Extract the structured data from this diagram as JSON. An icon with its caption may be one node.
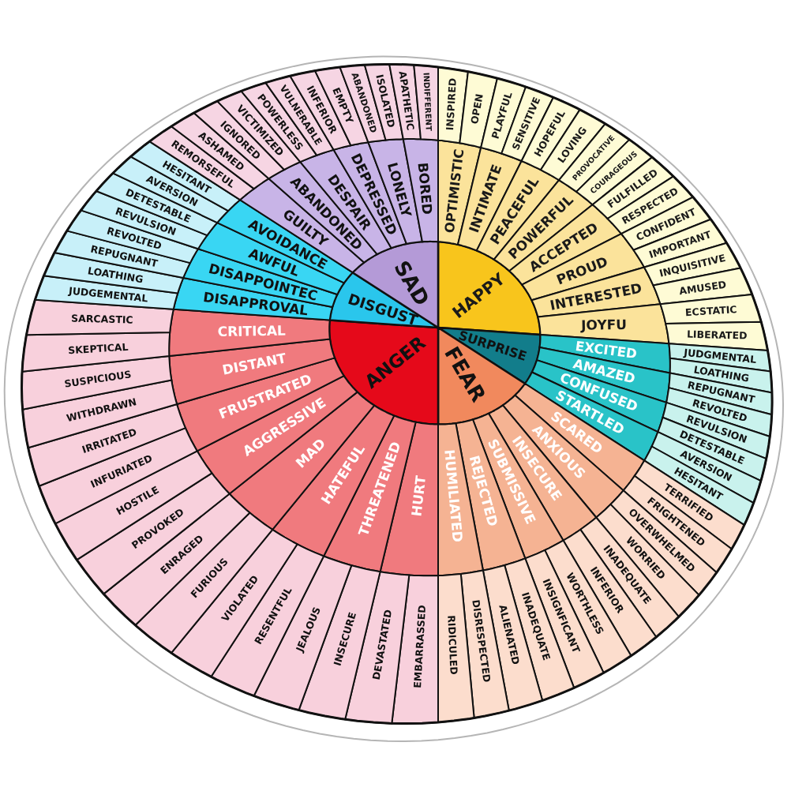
{
  "diagram": {
    "nodes": [
      {
        "text": [
          "HAPPY"
        ]
      },
      {
        "text": [
          "SURPRISE"
        ]
      },
      {
        "text": [
          "FEAR"
        ]
      },
      {
        "text": [
          "ANGER"
        ]
      },
      {
        "text": [
          "DISGUST"
        ]
      },
      {
        "text": [
          "SAD"
        ]
      },
      {
        "text": [
          "OPTIMISTIC"
        ]
      },
      {
        "text": [
          "INTIMATE"
        ]
      },
      {
        "text": [
          "PEACEFUL"
        ]
      },
      {
        "text": [
          "POWERFUL"
        ]
      },
      {
        "text": [
          "ACCEPTED"
        ]
      },
      {
        "text": [
          "PROUD"
        ]
      },
      {
        "text": [
          "INTERESTED"
        ]
      },
      {
        "text": [
          "JOYFU"
        ]
      },
      {
        "text": [
          "EXCITED"
        ]
      },
      {
        "text": [
          "AMAZED"
        ]
      },
      {
        "text": [
          "CONFUSED"
        ]
      },
      {
        "text": [
          "STARTLED"
        ]
      },
      {
        "text": [
          "SCARED"
        ]
      },
      {
        "text": [
          "ANXIOUS"
        ]
      },
      {
        "text": [
          "INSECURE"
        ]
      },
      {
        "text": [
          "SUBMISSIVE"
        ]
      },
      {
        "text": [
          "REJECTED"
        ]
      },
      {
        "text": [
          "HUMILIATED"
        ]
      },
      {
        "text": [
          "HURT"
        ]
      },
      {
        "text": [
          "THREATENED"
        ]
      },
      {
        "text": [
          "HATEFUL"
        ]
      },
      {
        "text": [
          "MAD"
        ]
      },
      {
        "text": [
          "AGGRESSIVE"
        ]
      },
      {
        "text": [
          "FRUSTRATED"
        ]
      },
      {
        "text": [
          "DISTANT"
        ]
      },
      {
        "text": [
          "CRITICAL"
        ]
      },
      {
        "text": [
          "DISAPPROVAL"
        ]
      },
      {
        "text": [
          "DISAPPOINTEC"
        ]
      },
      {
        "text": [
          "AWFUL"
        ]
      },
      {
        "text": [
          "AVOIDANCE"
        ]
      },
      {
        "text": [
          "GUILTY"
        ]
      },
      {
        "text": [
          "ABANDONED"
        ]
      },
      {
        "text": [
          "DESPAIR"
        ]
      },
      {
        "text": [
          "DEPRESSED"
        ]
      },
      {
        "text": [
          "LONELY"
        ]
      },
      {
        "text": [
          "BORED"
        ]
      },
      {
        "text": [
          "INSPIRED"
        ]
      },
      {
        "text": [
          "OPEN"
        ]
      },
      {
        "text": [
          "PLAYFUL"
        ]
      },
      {
        "text": [
          "SENSITIVE"
        ]
      },
      {
        "text": [
          "HOPEFUL"
        ]
      },
      {
        "text": [
          "LOVING"
        ]
      },
      {
        "text": [
          "PROVOCATIVE"
        ]
      },
      {
        "text": [
          "COURAGEOUS"
        ]
      },
      {
        "text": [
          "FULFILLED"
        ]
      },
      {
        "text": [
          "RESPECTED"
        ]
      },
      {
        "text": [
          "CONFIDENT"
        ]
      },
      {
        "text": [
          "IMPORTANT"
        ]
      },
      {
        "text": [
          "INQUISITIVE"
        ]
      },
      {
        "text": [
          "AMUSED"
        ]
      },
      {
        "text": [
          "ECSTATIC"
        ]
      },
      {
        "text": [
          "LIBERATED"
        ]
      },
      {
        "text": [
          "JUDGMENTAL"
        ]
      },
      {
        "text": [
          "LOATHING"
        ]
      },
      {
        "text": [
          "REPUGNANT"
        ]
      },
      {
        "text": [
          "REVOLTED"
        ]
      },
      {
        "text": [
          "REVULSION"
        ]
      },
      {
        "text": [
          "DETESTABLE"
        ]
      },
      {
        "text": [
          "AVERSION"
        ]
      },
      {
        "text": [
          "HESITANT"
        ]
      },
      {
        "text": [
          "TERRIFIED"
        ]
      },
      {
        "text": [
          "FRIGHTENED"
        ]
      },
      {
        "text": [
          "OVERWHELMED"
        ]
      },
      {
        "text": [
          "WORRIED"
        ]
      },
      {
        "text": [
          "INADEQUATE"
        ]
      },
      {
        "text": [
          "INFERIOR"
        ]
      },
      {
        "text": [
          "WORTHLESS"
        ]
      },
      {
        "text": [
          "INSIGNFICANT"
        ]
      },
      {
        "text": [
          "INADEQUATE"
        ]
      },
      {
        "text": [
          "ALIENATED"
        ]
      },
      {
        "text": [
          "DISRESPECTED"
        ]
      },
      {
        "text": [
          "RIDICULED"
        ]
      },
      {
        "text": [
          "EMBARRASSED"
        ]
      },
      {
        "text": [
          "DEVASTATED"
        ]
      },
      {
        "text": [
          "INSECURE"
        ]
      },
      {
        "text": [
          "JEALOUS"
        ]
      },
      {
        "text": [
          "RESENTFUL"
        ]
      },
      {
        "text": [
          "VIOLATED"
        ]
      },
      {
        "text": [
          "FURIOUS"
        ]
      },
      {
        "text": [
          "ENRAGED"
        ]
      },
      {
        "text": [
          "PROVOKED"
        ]
      },
      {
        "text": [
          "HOSTILE"
        ]
      },
      {
        "text": [
          "INFURIATED"
        ]
      },
      {
        "text": [
          "IRRITATED"
        ]
      },
      {
        "text": [
          "WITHDRAWN"
        ]
      },
      {
        "text": [
          "SUSPICIOUS"
        ]
      },
      {
        "text": [
          "SKEPTICAL"
        ]
      },
      {
        "text": [
          "SARCASTIC"
        ]
      },
      {
        "text": [
          "JUDGEMENTAL"
        ]
      },
      {
        "text": [
          "LOATHING"
        ]
      },
      {
        "text": [
          "REPUGNANT"
        ]
      },
      {
        "text": [
          "REVOLTED"
        ]
      },
      {
        "text": [
          "REVULSION"
        ]
      },
      {
        "text": [
          "DETESTABLE"
        ]
      },
      {
        "text": [
          "AVERSION"
        ]
      },
      {
        "text": [
          "HESITANT"
        ]
      },
      {
        "text": [
          "REMORSEFUL"
        ]
      },
      {
        "text": [
          "ASHAMED"
        ]
      },
      {
        "text": [
          "IGNORED"
        ]
      },
      {
        "text": [
          "VICTIMIZED"
        ]
      },
      {
        "text": [
          "POWERLESS"
        ]
      },
      {
        "text": [
          "VULNERABLE"
        ]
      },
      {
        "text": [
          "INFERIOR"
        ]
      },
      {
        "text": [
          "EMPTY"
        ]
      },
      {
        "text": [
          "ABANDONED"
        ]
      },
      {
        "text": [
          "ISOLATED"
        ]
      },
      {
        "text": [
          "APATHETIC"
        ]
      },
      {
        "text": [
          "INDIFFERENT"
        ]
      }
    ]
  }
}
